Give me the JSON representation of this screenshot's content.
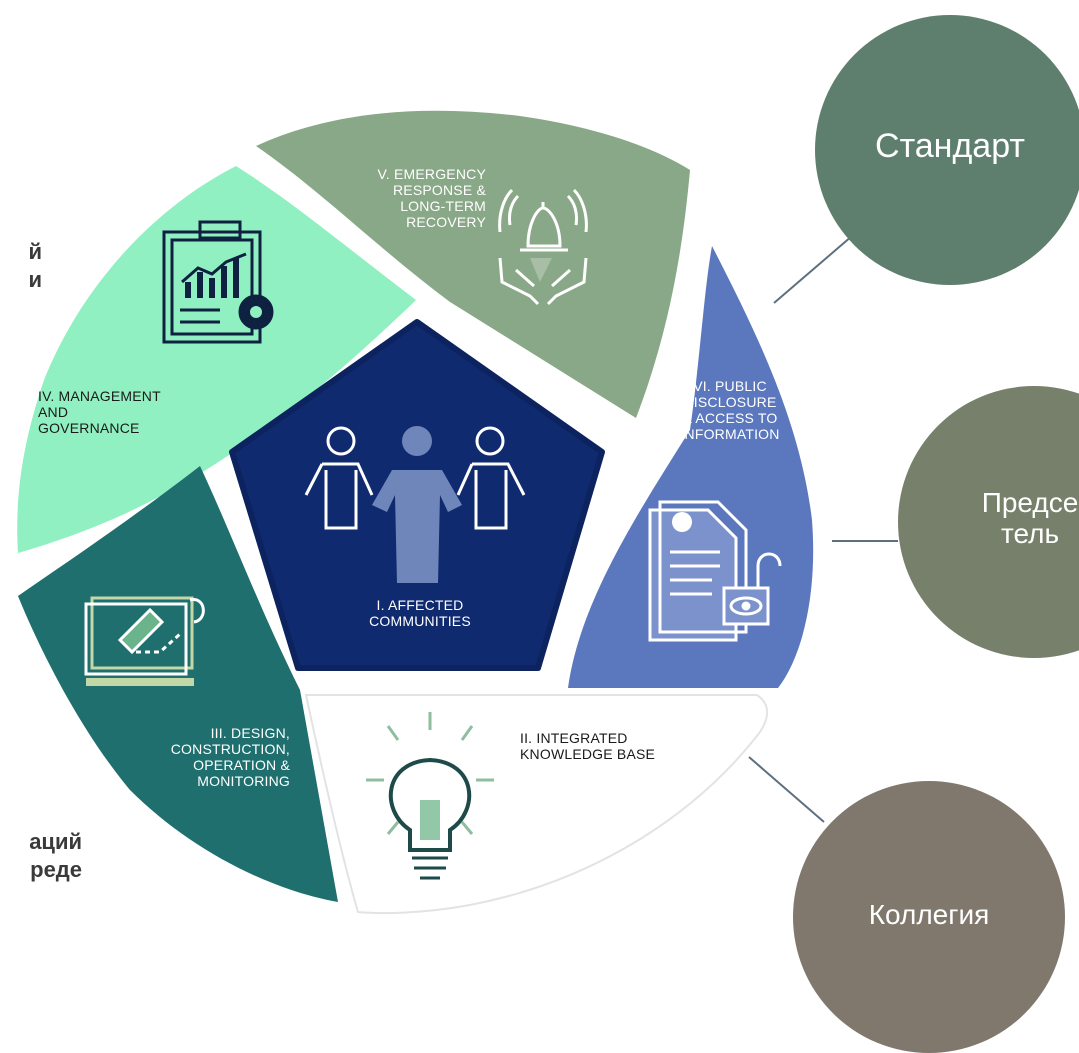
{
  "colors": {
    "affected": "#0f2a6e",
    "emergency": "#89a887",
    "management": "#90f0c1",
    "design": "#1e6f6e",
    "disclosure": "#5b78bf",
    "knowledge": "#ffffff",
    "circle_standard": "#5f7f6e",
    "circle_chair": "#76806a",
    "circle_board": "#80776d"
  },
  "segments": {
    "affected": "I. AFFECTED\nCOMMUNITIES",
    "knowledge": "II. INTEGRATED\nKNOWLEDGE BASE",
    "design": "III. DESIGN,\nCONSTRUCTION,\nOPERATION &\nMONITORING",
    "management": "IV. MANAGEMENT\nAND\nGOVERNANCE",
    "emergency": "V. EMERGENCY\nRESPONSE &\nLONG-TERM\nRECOVERY",
    "disclosure": "VI. PUBLIC\nDISCLOSURE\n& ACCESS TO\nINFORMATION"
  },
  "circles": {
    "standard": "Стандарт",
    "chair": "Предсе\nтель",
    "board": "Коллегия"
  },
  "side_text": {
    "top": "й\nи",
    "bottom": "аций\nреде"
  },
  "icons": {
    "management": "clipboard-chart-gear-icon",
    "emergency": "bell-hands-icon",
    "disclosure": "document-lock-eye-icon",
    "design": "blueprint-pencil-icon",
    "knowledge": "lightbulb-icon",
    "affected": "people-icon"
  }
}
